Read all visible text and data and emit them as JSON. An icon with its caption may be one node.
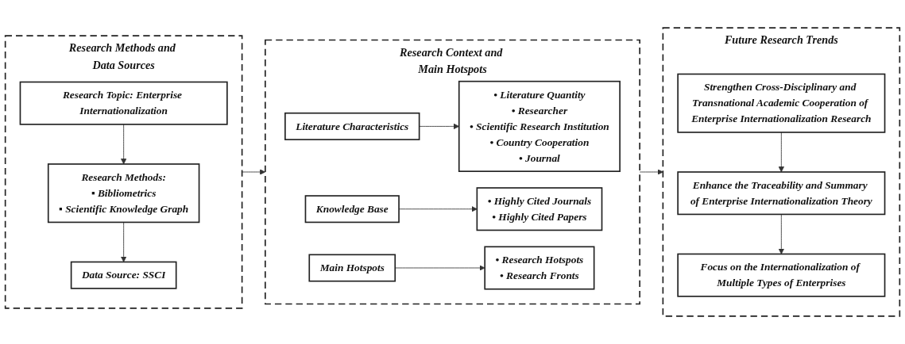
{
  "diagram": {
    "nodes": [
      {
        "text": [
          "Research Methods and Data Sources"
        ]
      },
      {
        "text": [
          "Research Topic: Enterprise Internationalization"
        ],
        "in": 0
      },
      {
        "text": [
          "Research Methods:",
          "▪ Bibliometrics",
          "▪ Scientific Knowledge Graph"
        ],
        "in": 0
      },
      {
        "text": [
          "Data Source: SSCI"
        ],
        "in": 0
      },
      {
        "text": [
          "Research Context and Main Hotspots"
        ]
      },
      {
        "text": [
          "Literature Characteristics"
        ],
        "in": 4
      },
      {
        "text": [
          "• Literature Quantity",
          "• Researcher",
          "• Scientific Research Institution",
          "• Country Cooperation",
          "• Journal"
        ],
        "in": 4
      },
      {
        "text": [
          "Knowledge Base"
        ],
        "in": 4
      },
      {
        "text": [
          "• Highly Cited Journals",
          "• Highly Cited Papers"
        ],
        "in": 4
      },
      {
        "text": [
          "Main Hotspots"
        ],
        "in": 4
      },
      {
        "text": [
          "• Research Hotspots",
          "• Research Fronts"
        ],
        "in": 4
      },
      {
        "text": [
          "Future Research Trends"
        ]
      },
      {
        "text": [
          "Strengthen Cross-Disciplinary and Transnational Academic Cooperation of Enterprise Internationalization Research"
        ],
        "in": 11
      },
      {
        "text": [
          "Enhance the Traceability and Summary of Enterprise Internationalization Theory"
        ],
        "in": 11
      },
      {
        "text": [
          "Focus on the Internationalization of Multiple Types of Enterprises"
        ],
        "in": 11
      }
    ],
    "edges": [
      {
        "from": 1,
        "to": 2,
        "arrow": "to"
      },
      {
        "from": 2,
        "to": 3,
        "arrow": "to"
      },
      {
        "from": 0,
        "to": 4,
        "arrow": "to"
      },
      {
        "from": 5,
        "to": 6,
        "arrow": "to"
      },
      {
        "from": 7,
        "to": 8,
        "arrow": "to"
      },
      {
        "from": 9,
        "to": 10,
        "arrow": "to"
      },
      {
        "from": 4,
        "to": 11,
        "arrow": "to"
      },
      {
        "from": 12,
        "to": 13,
        "arrow": "to"
      },
      {
        "from": 13,
        "to": 14,
        "arrow": "to"
      }
    ]
  }
}
